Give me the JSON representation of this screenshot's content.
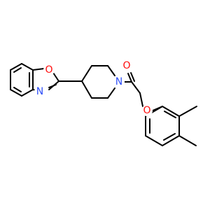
{
  "colors": {
    "background": "#ffffff",
    "bond": "#000000",
    "oxygen": "#ff0d0d",
    "nitrogen": "#3050f8"
  },
  "atoms": {
    "oxazole_oxygen": {
      "element": "O",
      "label": "O",
      "color": "#ff0d0d"
    },
    "oxazole_nitrogen": {
      "element": "N",
      "label": "N",
      "color": "#3050f8"
    },
    "piperidine_nitrogen": {
      "element": "N",
      "label": "N",
      "color": "#3050f8"
    },
    "carbonyl_oxygen": {
      "element": "O",
      "label": "O",
      "color": "#ff0d0d"
    },
    "ether_oxygen": {
      "element": "O",
      "label": "O",
      "color": "#ff0d0d"
    }
  }
}
